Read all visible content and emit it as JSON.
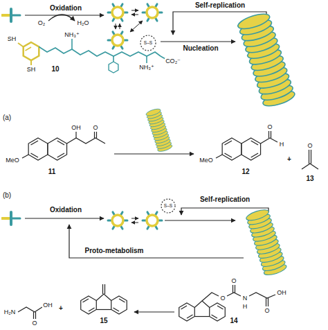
{
  "diagram": {
    "labels": [
      "Oxidation",
      "O₂",
      "H₂O",
      "Self-replication",
      "Nucleation",
      "SH",
      "SH",
      "NH₃⁺",
      "NH₃⁺",
      "CO₂⁻",
      "10",
      "(a)",
      "OH",
      "O",
      "MeO",
      "11",
      "O",
      "H",
      "MeO",
      "12",
      "+",
      "O",
      "13",
      "(b)",
      "Oxidation",
      "Self-replication",
      "Proto-metabolism",
      "H₂N",
      "OH",
      "O",
      "+",
      "15",
      "O",
      "N",
      "H",
      "OH",
      "O",
      "O",
      "14",
      "S–S",
      "S–S"
    ]
  }
}
